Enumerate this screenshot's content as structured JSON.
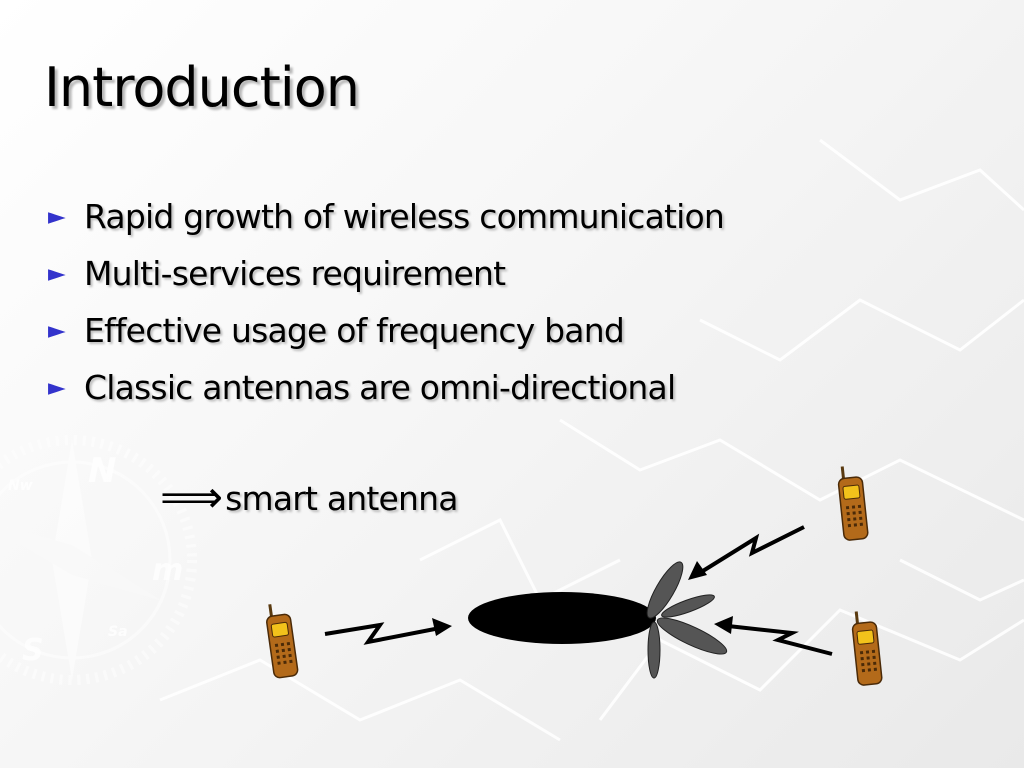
{
  "slide": {
    "title": "Introduction",
    "bullets": [
      "Rapid growth of wireless communication",
      "Multi-services requirement",
      "Effective usage of frequency band",
      "Classic antennas are omni-directional"
    ],
    "bullet_marker": "►",
    "conclusion": {
      "arrow": "⟹",
      "text": "smart antenna"
    },
    "compass_letters": [
      "N",
      "m",
      "S",
      "Nw",
      "Sa"
    ]
  },
  "colors": {
    "bullet_marker": "#3333cc",
    "text": "#000000",
    "lobe_main": "#000000",
    "lobe_side": "#555555",
    "phone_body": "#b36a1a",
    "phone_screen": "#f2c21b"
  },
  "icons": [
    "compass-watermark",
    "mobile-phone-icon",
    "lightning-signal-arrow",
    "antenna-beam-pattern"
  ]
}
